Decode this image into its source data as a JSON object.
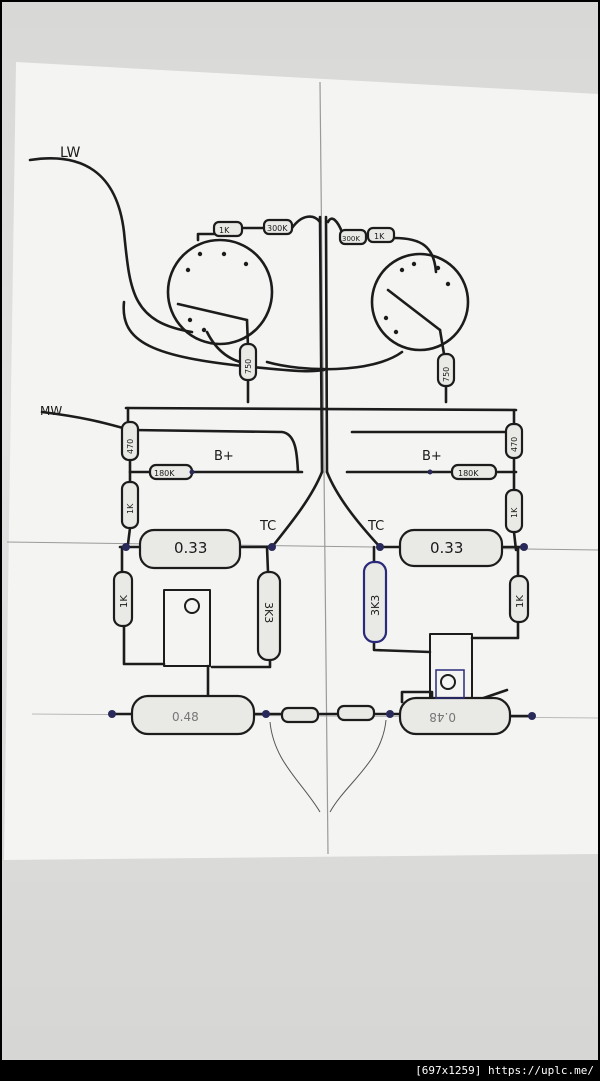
{
  "labels": {
    "lw": "LW",
    "mw": "MW",
    "bplus_left": "B+",
    "bplus_right": "B+",
    "tc_left": "TC",
    "tc_right": "TC"
  },
  "components": {
    "r_top_left_1": "1K",
    "r_top_left_2": "300K",
    "r_top_right_1": "300K",
    "r_top_right_2": "1K",
    "r_pot_left": "750",
    "r_pot_right": "750",
    "r_470_left": "470",
    "r_470_right": "470",
    "r_180_left": "180K",
    "r_180_right": "180K",
    "r_1k_mid_left": "1K",
    "r_1k_mid_right": "1K",
    "cap_033_left": "0.33",
    "cap_033_right": "0.33",
    "r_1k_low_left": "1K",
    "r_1k_low_right": "1K",
    "r_3k3_left": "3K3",
    "r_3k3_right": "3K3",
    "cap_048_left": "0.48",
    "cap_048_right": "0.48"
  },
  "watermark": "[697x1259] https://uplc.me/"
}
